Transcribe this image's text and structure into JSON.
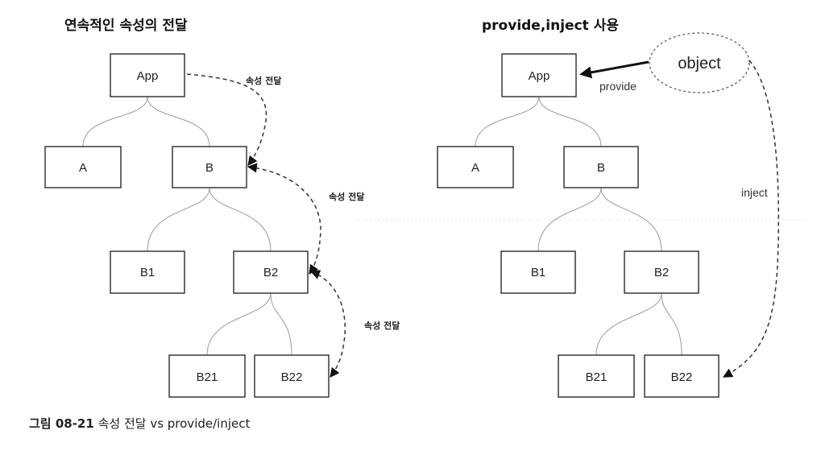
{
  "left_panel": {
    "title": "연속적인 속성의 전달",
    "nodes": {
      "app": "App",
      "a": "A",
      "b": "B",
      "b1": "B1",
      "b2": "B2",
      "b21": "B21",
      "b22": "B22"
    },
    "edge_labels": [
      "속성 전달",
      "속성 전달",
      "속성 전달"
    ]
  },
  "right_panel": {
    "title": "provide,inject 사용",
    "nodes": {
      "app": "App",
      "a": "A",
      "b": "B",
      "b1": "B1",
      "b2": "B2",
      "b21": "B21",
      "b22": "B22"
    },
    "object_label": "object",
    "provide_label": "provide",
    "inject_label": "inject"
  },
  "caption": {
    "number": "그림 08-21",
    "text": "속성 전달 vs provide/inject"
  }
}
